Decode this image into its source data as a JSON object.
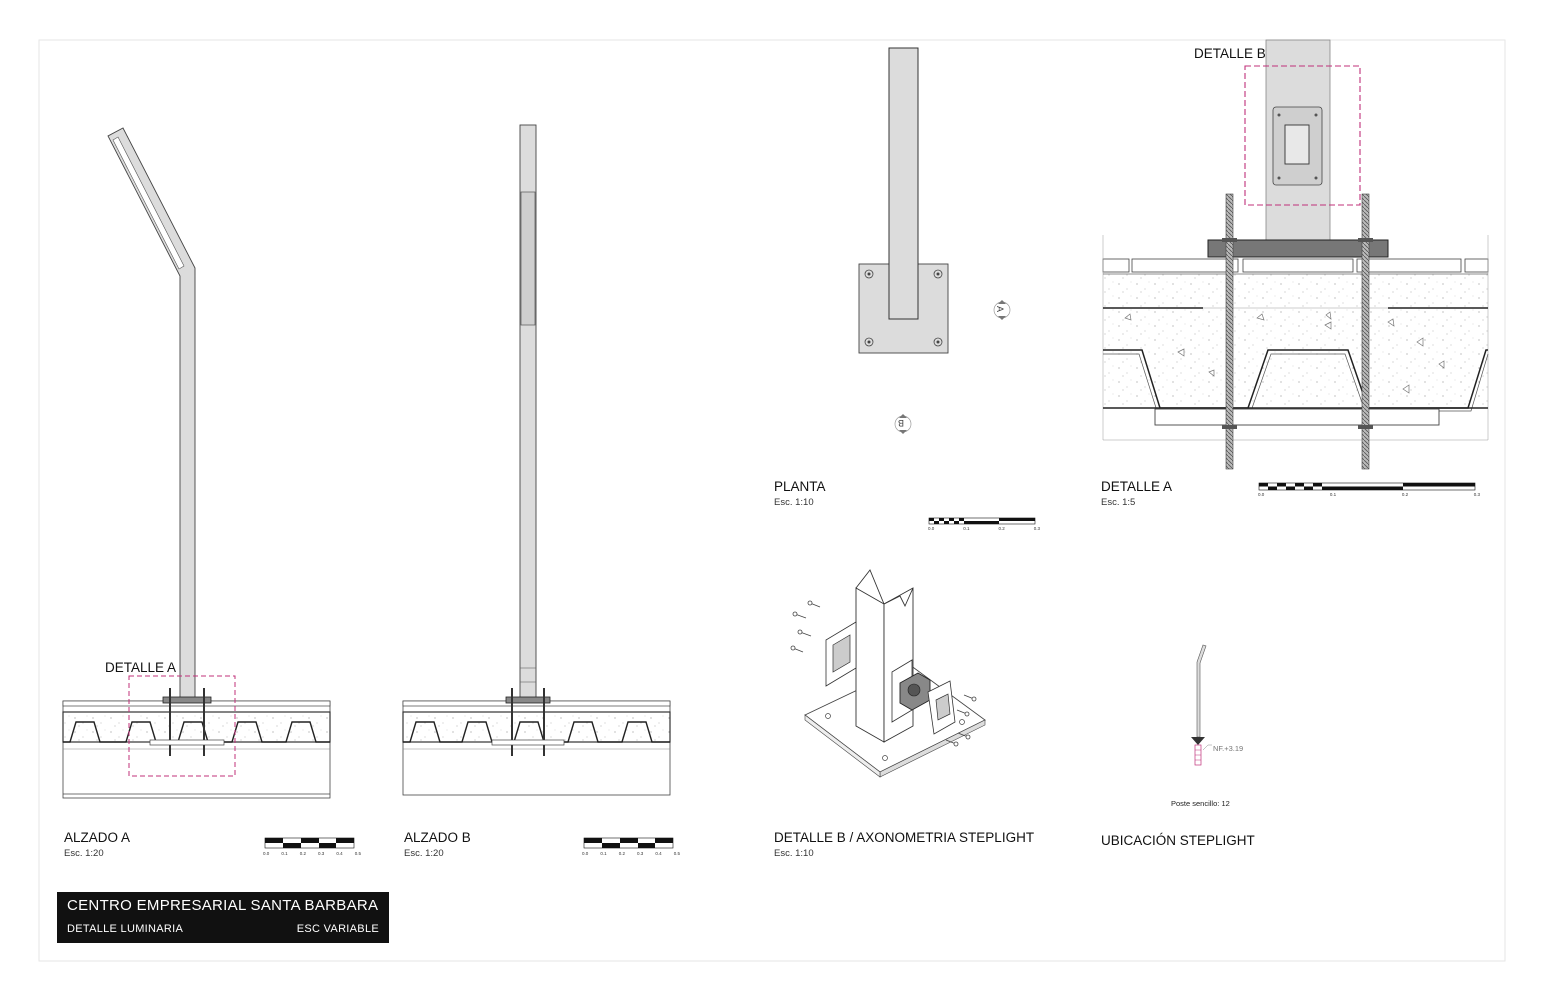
{
  "drawings": {
    "alzado_a": {
      "title": "ALZADO A",
      "scale": "Esc. 1:20",
      "callout": "DETALLE A"
    },
    "alzado_b": {
      "title": "ALZADO B",
      "scale": "Esc. 1:20"
    },
    "planta": {
      "title": "PLANTA",
      "scale": "Esc. 1:10",
      "marker_a": "A",
      "marker_b": "B"
    },
    "detalle_a": {
      "title": "DETALLE A",
      "scale": "Esc. 1:5",
      "callout": "DETALLE B"
    },
    "detalle_b": {
      "title": "DETALLE B / AXONOMETRIA STEPLIGHT",
      "scale": "Esc. 1:10"
    },
    "ubicacion": {
      "title": "UBICACIÓN STEPLIGHT",
      "level": "NF.+3.19",
      "note": "Poste sencillo: 12"
    }
  },
  "scale_bars": {
    "alzado_ticks": [
      "0.0",
      "0.1",
      "0.2",
      "0.3",
      "0.4",
      "0.5"
    ],
    "planta_ticks": [
      "0.0",
      "0.1",
      "0.2",
      "0.3"
    ],
    "detalle_a_ticks": [
      "0.0",
      "0.1",
      "0.2",
      "0.3"
    ]
  },
  "title_block": {
    "project": "CENTRO EMPRESARIAL SANTA BARBARA",
    "sheet": "DETALLE LUMINARIA",
    "scale": "ESC VARIABLE"
  },
  "colors": {
    "callout_dashed": "#c0307a",
    "post_fill": "#dcdcdc",
    "title_block_bg": "#111111"
  }
}
